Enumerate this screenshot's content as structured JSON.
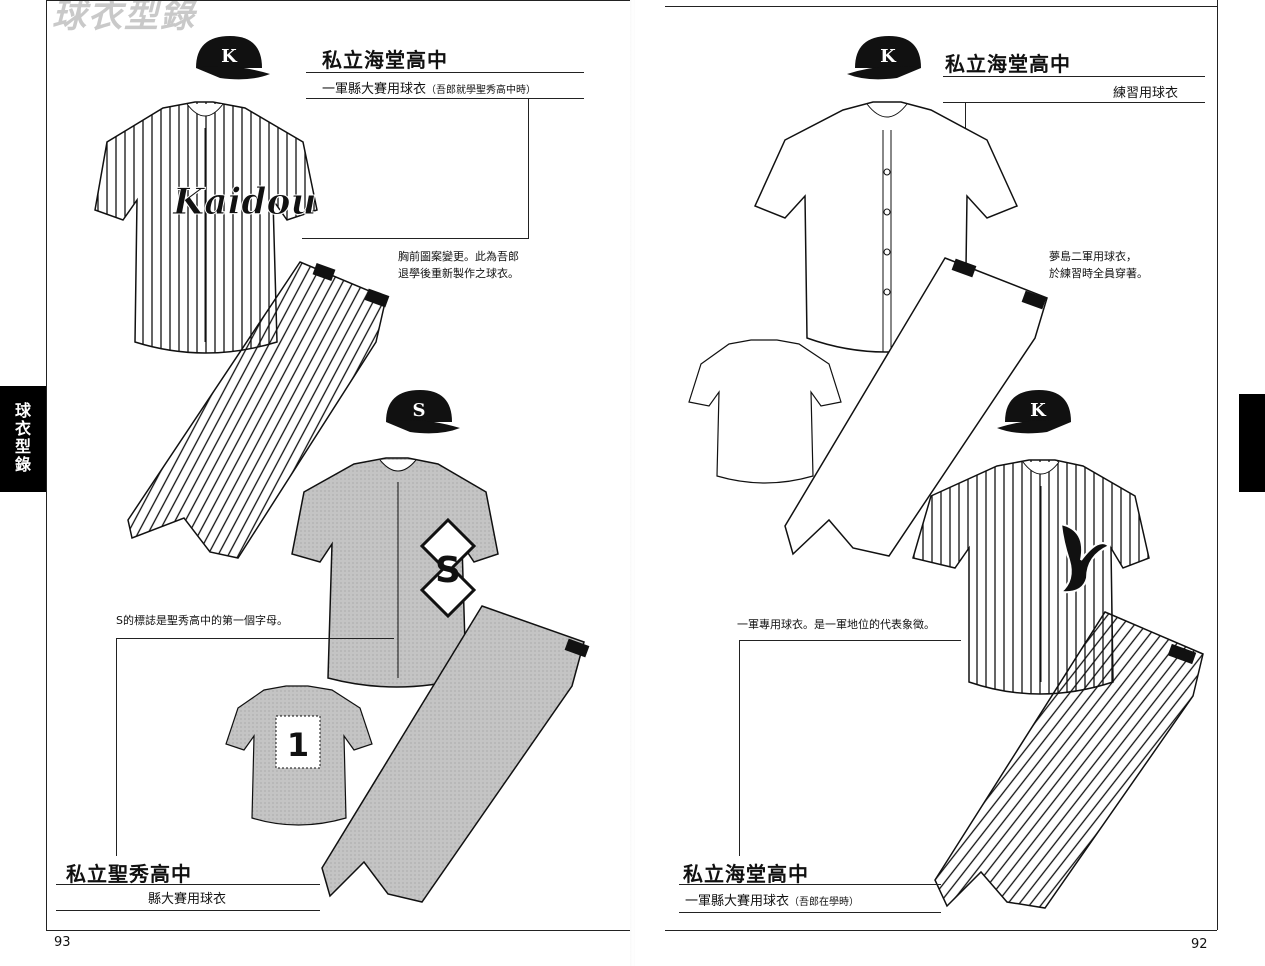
{
  "left_page": {
    "section_title": "球衣型錄",
    "side_tab": "球衣型錄",
    "folio": "93",
    "top_block": {
      "school": "私立海堂高中",
      "uniform": "一軍縣大賽用球衣",
      "uniform_note": "（吾郎就學聖秀高中時）",
      "caption_line1": "胸前圖案變更。此為吾郎",
      "caption_line2": "退學後重新製作之球衣。",
      "jersey_script": "Kaidou",
      "cap_logo": "K"
    },
    "bottom_block": {
      "school": "私立聖秀高中",
      "uniform": "縣大賽用球衣",
      "caption": "S的標誌是聖秀高中的第一個字母。",
      "cap_logo": "S",
      "chest_logo": "S",
      "back_number": "1"
    }
  },
  "right_page": {
    "folio": "92",
    "top_block": {
      "school": "私立海堂高中",
      "uniform": "練習用球衣",
      "caption_line1": "夢島二軍用球衣，",
      "caption_line2": "於練習時全員穿著。",
      "cap_logo": "K"
    },
    "bottom_block": {
      "school": "私立海堂高中",
      "uniform": "一軍縣大賽用球衣",
      "uniform_note": "（吾郎在學時）",
      "caption": "一軍專用球衣。是一軍地位的代表象徵。",
      "cap_logo": "K"
    }
  },
  "colors": {
    "ink": "#111111",
    "uniform_gray": "#bdbdbd",
    "title_gray": "#c9c9c9"
  }
}
